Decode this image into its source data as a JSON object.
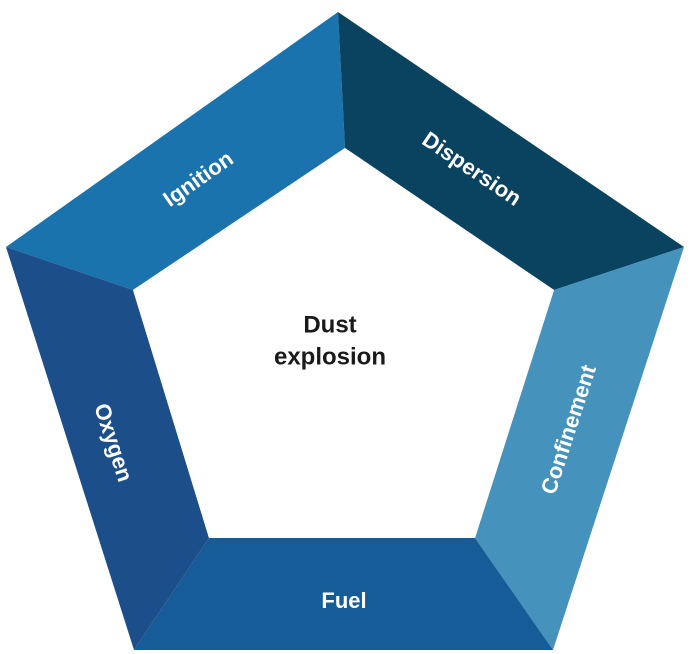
{
  "center": {
    "line1": "Dust",
    "line2": "explosion"
  },
  "segments": {
    "ignition": {
      "label": "Ignition",
      "color": "#1a73ad"
    },
    "dispersion": {
      "label": "Dispersion",
      "color": "#0a4360"
    },
    "confinement": {
      "label": "Confinement",
      "color": "#4592bd"
    },
    "fuel": {
      "label": "Fuel",
      "color": "#155c98"
    },
    "oxygen": {
      "label": "Oxygen",
      "color": "#1c4e8a"
    }
  }
}
